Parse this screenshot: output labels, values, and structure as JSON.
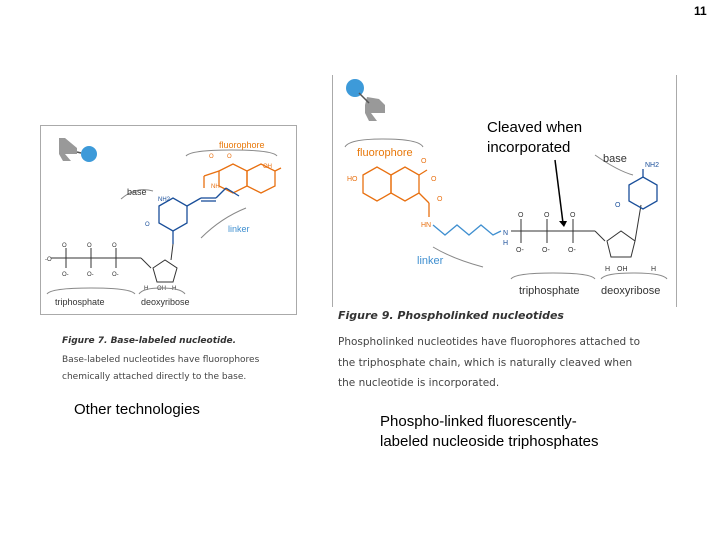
{
  "page_number": "11",
  "left_figure": {
    "labels": {
      "fluorophore": "fluorophore",
      "base": "base",
      "linker": "linker",
      "triphosphate": "triphosphate",
      "deoxyribose": "deoxyribose"
    },
    "caption_title": "Figure 7. Base-labeled nucleotide.",
    "caption_lines": [
      "Base-labeled nucleotides have fluorophores",
      "chemically attached directly to the base."
    ]
  },
  "right_figure": {
    "labels": {
      "fluorophore": "fluorophore",
      "base": "base",
      "linker": "linker",
      "triphosphate": "triphosphate",
      "deoxyribose": "deoxyribose"
    },
    "caption_title": "Figure 9. Phospholinked nucleotides",
    "caption_lines": [
      "Phospholinked nucleotides have fluorophores attached to",
      "the triphosphate chain, which is naturally cleaved when",
      "the nucleotide is incorporated."
    ]
  },
  "annotation": {
    "line1": "Cleaved when",
    "line2": "incorporated"
  },
  "left_label": "Other technologies",
  "right_label_line1": "Phospho-linked fluorescently-",
  "right_label_line2": "labeled nucleoside triphosphates",
  "colors": {
    "fluorophore_color": "#e8780a",
    "linker_color": "#3f8fd0",
    "chem_orange": "#e87010",
    "chem_blue": "#1a4f9a",
    "group_gray": "#666666",
    "figure_border": "#aaaaaa"
  }
}
